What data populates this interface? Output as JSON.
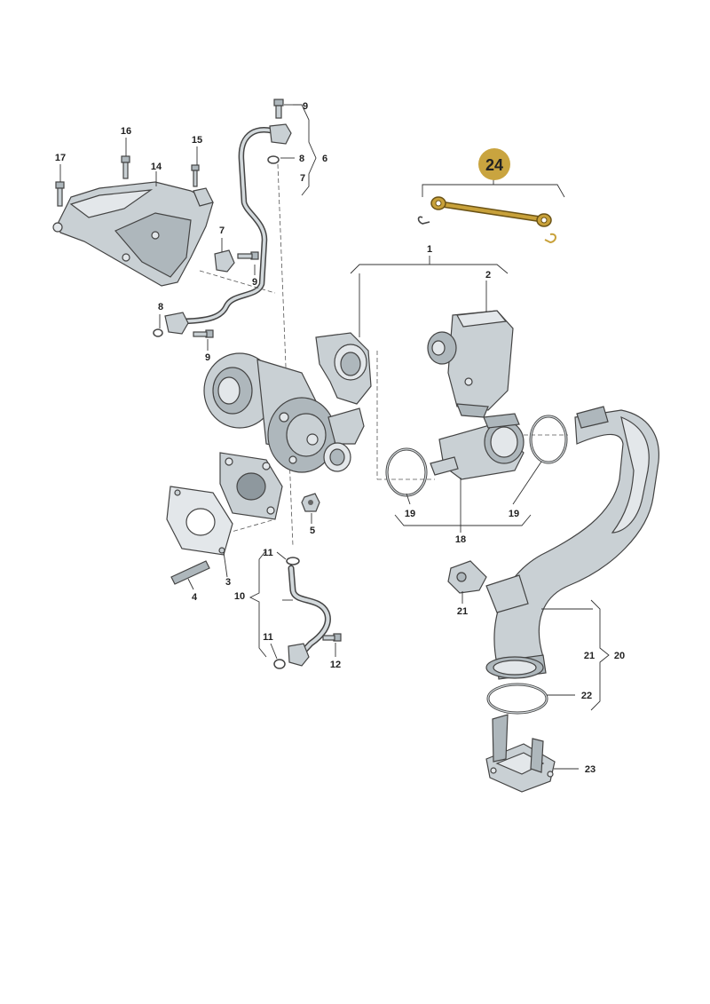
{
  "labels": {
    "l1": "1",
    "l2": "2",
    "l3": "3",
    "l4": "4",
    "l5": "5",
    "l6": "6",
    "l7a": "7",
    "l7b": "7",
    "l8a": "8",
    "l8b": "8",
    "l9a": "9",
    "l9b": "9",
    "l9c": "9",
    "l10": "10",
    "l11a": "11",
    "l11b": "11",
    "l12": "12",
    "l14": "14",
    "l15": "15",
    "l16": "16",
    "l17": "17",
    "l18": "18",
    "l19a": "19",
    "l19b": "19",
    "l20": "20",
    "l21a": "21",
    "l21b": "21",
    "l22": "22",
    "l23": "23",
    "l24": "24"
  },
  "colors": {
    "highlight": "#c9a43f",
    "highlight_part": "#c8a13a",
    "metal": "#c9d0d4",
    "outline": "#444444"
  }
}
